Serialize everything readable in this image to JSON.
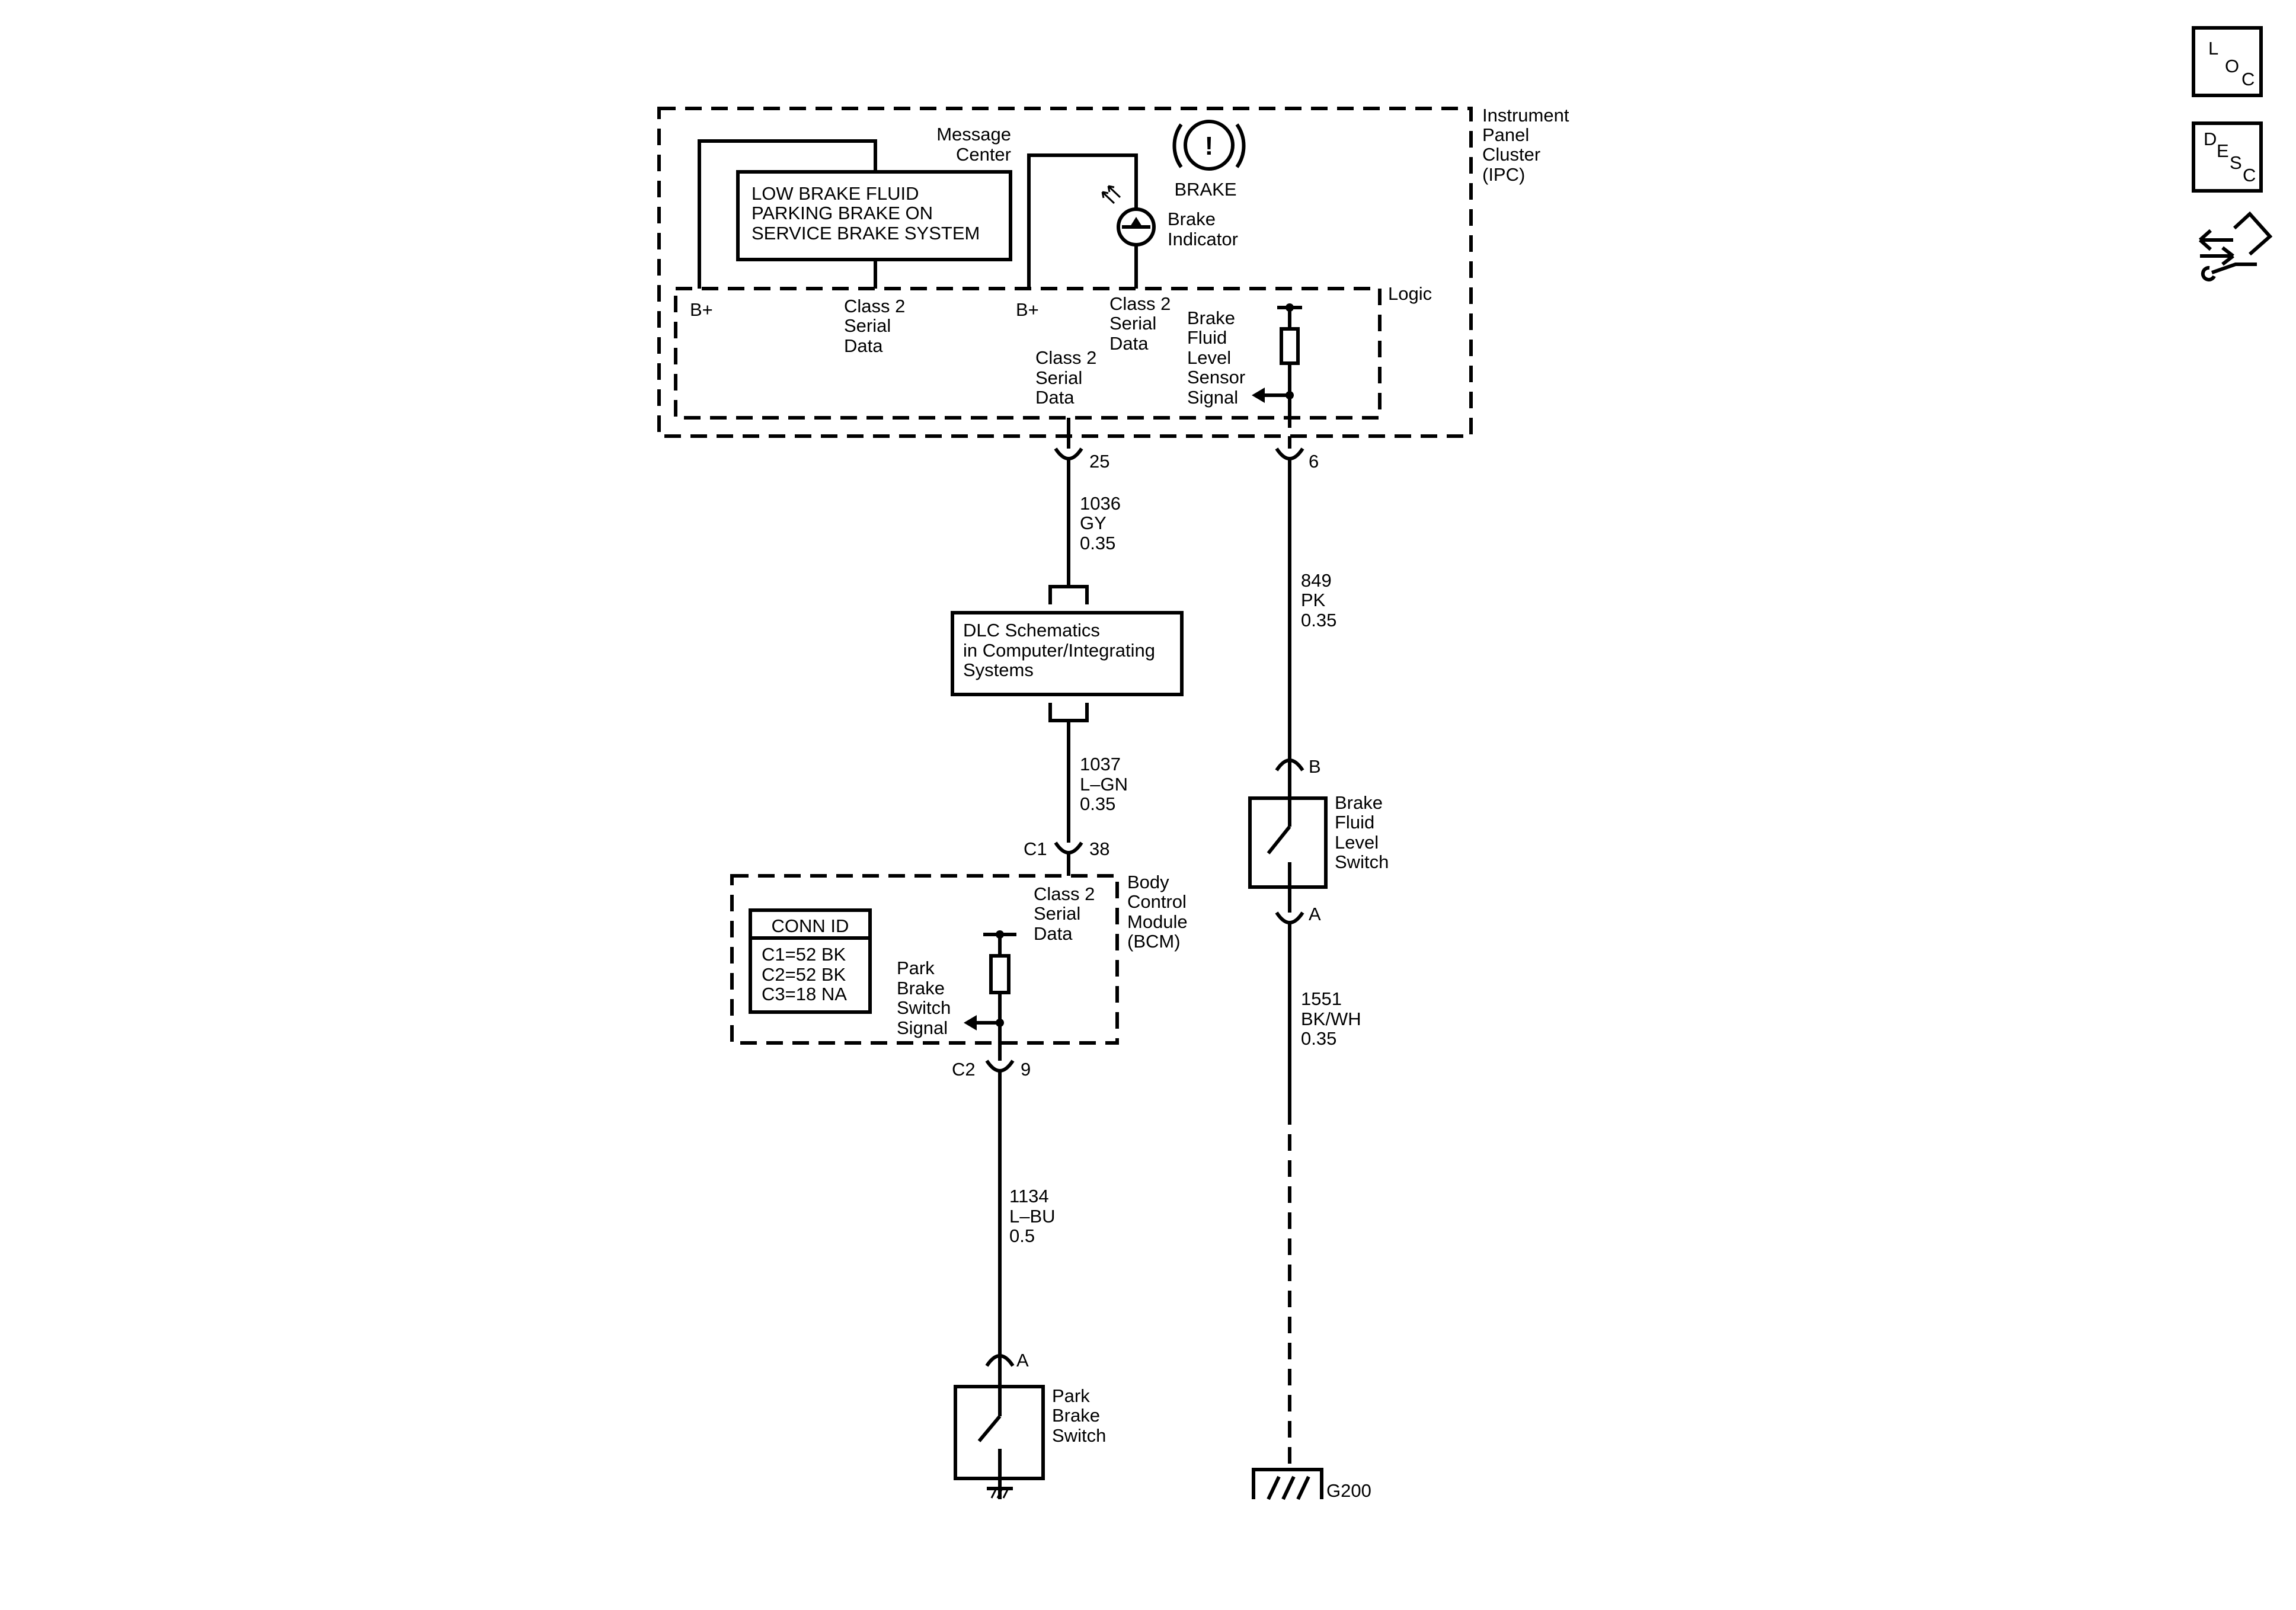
{
  "nav": {
    "loc_letters": [
      "L",
      "O",
      "C"
    ],
    "desc_letters": [
      "D",
      "E",
      "S",
      "C"
    ]
  },
  "ipc": {
    "label_lines": [
      "Instrument",
      "Panel",
      "Cluster",
      "(IPC)"
    ],
    "message_center_lines": [
      "Message",
      "Center"
    ],
    "messages": [
      "LOW BRAKE FLUID",
      "PARKING BRAKE ON",
      "SERVICE BRAKE SYSTEM"
    ],
    "brake_symbol": "!",
    "brake_label": "BRAKE",
    "brake_indicator_lines": [
      "Brake",
      "Indicator"
    ],
    "logic_label": "Logic",
    "bplus_1": "B+",
    "bplus_2": "B+",
    "serial_1_lines": [
      "Class 2",
      "Serial",
      "Data"
    ],
    "serial_2_lines": [
      "Class 2",
      "Serial",
      "Data"
    ],
    "serial_3_lines": [
      "Class 2",
      "Serial",
      "Data"
    ],
    "fluid_sensor_lines": [
      "Brake",
      "Fluid",
      "Level",
      "Sensor",
      "Signal"
    ],
    "pin_serial": "25",
    "pin_fluid": "6"
  },
  "wires": {
    "w1036": [
      "1036",
      "GY",
      "0.35"
    ],
    "w1037": [
      "1037",
      "L–GN",
      "0.35"
    ],
    "w849": [
      "849",
      "PK",
      "0.35"
    ],
    "w1551": [
      "1551",
      "BK/WH",
      "0.35"
    ],
    "w1134": [
      "1134",
      "L–BU",
      "0.5"
    ]
  },
  "dlc": {
    "lines": [
      "DLC Schematics",
      "in Computer/Integrating",
      "Systems"
    ]
  },
  "bcm": {
    "connector_c1": "C1",
    "pin_38": "38",
    "connector_c2": "C2",
    "pin_9": "9",
    "label_lines": [
      "Body",
      "Control",
      "Module",
      "(BCM)"
    ],
    "serial_lines": [
      "Class 2",
      "Serial",
      "Data"
    ],
    "park_signal_lines": [
      "Park",
      "Brake",
      "Switch",
      "Signal"
    ],
    "conn_id_title": "CONN ID",
    "conn_ids": [
      "C1=52 BK",
      "C2=52 BK",
      "C3=18 NA"
    ]
  },
  "fluid_switch": {
    "pin_b": "B",
    "pin_a": "A",
    "label_lines": [
      "Brake",
      "Fluid",
      "Level",
      "Switch"
    ]
  },
  "park_switch": {
    "pin_a": "A",
    "label_lines": [
      "Park",
      "Brake",
      "Switch"
    ]
  },
  "ground": {
    "label": "G200"
  }
}
